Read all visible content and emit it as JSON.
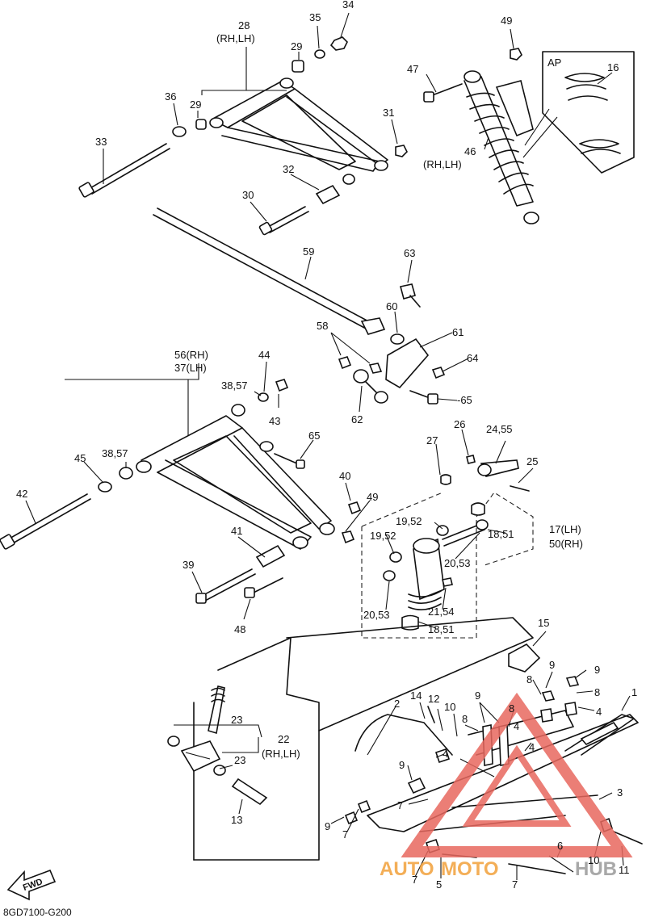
{
  "diagram": {
    "drawing_code": "8GD7100-G200",
    "fwd_label": "FWD",
    "ap_label": "AP",
    "watermark": {
      "part1": "AUTO",
      "part2": "MOTO",
      "part3": "HUB",
      "colors": {
        "red": "#e8685f",
        "orange": "#f2a03a"
      }
    },
    "callouts": {
      "c1": "1",
      "c2": "2",
      "c3": "3",
      "c4a": "4",
      "c4b": "4",
      "c4c": "4",
      "c5": "5",
      "c6": "6",
      "c7a": "7",
      "c7b": "7",
      "c7c": "7",
      "c7d": "7",
      "c8a": "8",
      "c8b": "8",
      "c8c": "8",
      "c8d": "8",
      "c9a": "9",
      "c9b": "9",
      "c9c": "9",
      "c9d": "9",
      "c9e": "9",
      "c10a": "10",
      "c10b": "10",
      "c11": "11",
      "c12": "12",
      "c13": "13",
      "c14": "14",
      "c15": "15",
      "c16": "16",
      "c17": "17(LH)",
      "c17b": "50(RH)",
      "c18a": "18,51",
      "c18b": "18,51",
      "c19a": "19,52",
      "c19b": "19,52",
      "c20a": "20,53",
      "c20b": "20,53",
      "c21": "21,54",
      "c22": "22",
      "c22b": "(RH,LH)",
      "c23a": "23",
      "c23b": "23",
      "c24": "24,55",
      "c25": "25",
      "c26": "26",
      "c27": "27",
      "c28": "28",
      "c28b": "(RH,LH)",
      "c29a": "29",
      "c29b": "29",
      "c30": "30",
      "c31": "31",
      "c32": "32",
      "c33": "33",
      "c34": "34",
      "c35": "35",
      "c36": "36",
      "c37": "56(RH)",
      "c37b": "37(LH)",
      "c38a": "38,57",
      "c38b": "38,57",
      "c39": "39",
      "c40": "40",
      "c41": "41",
      "c42": "42",
      "c43": "43",
      "c44": "44",
      "c45": "45",
      "c46": "46",
      "c46b": "(RH,LH)",
      "c47": "47",
      "c48": "48",
      "c49a": "49",
      "c49b": "49",
      "c58": "58",
      "c59": "59",
      "c60": "60",
      "c61": "61",
      "c62": "62",
      "c63": "63",
      "c64": "64",
      "c65a": "65",
      "c65b": "-65"
    }
  }
}
